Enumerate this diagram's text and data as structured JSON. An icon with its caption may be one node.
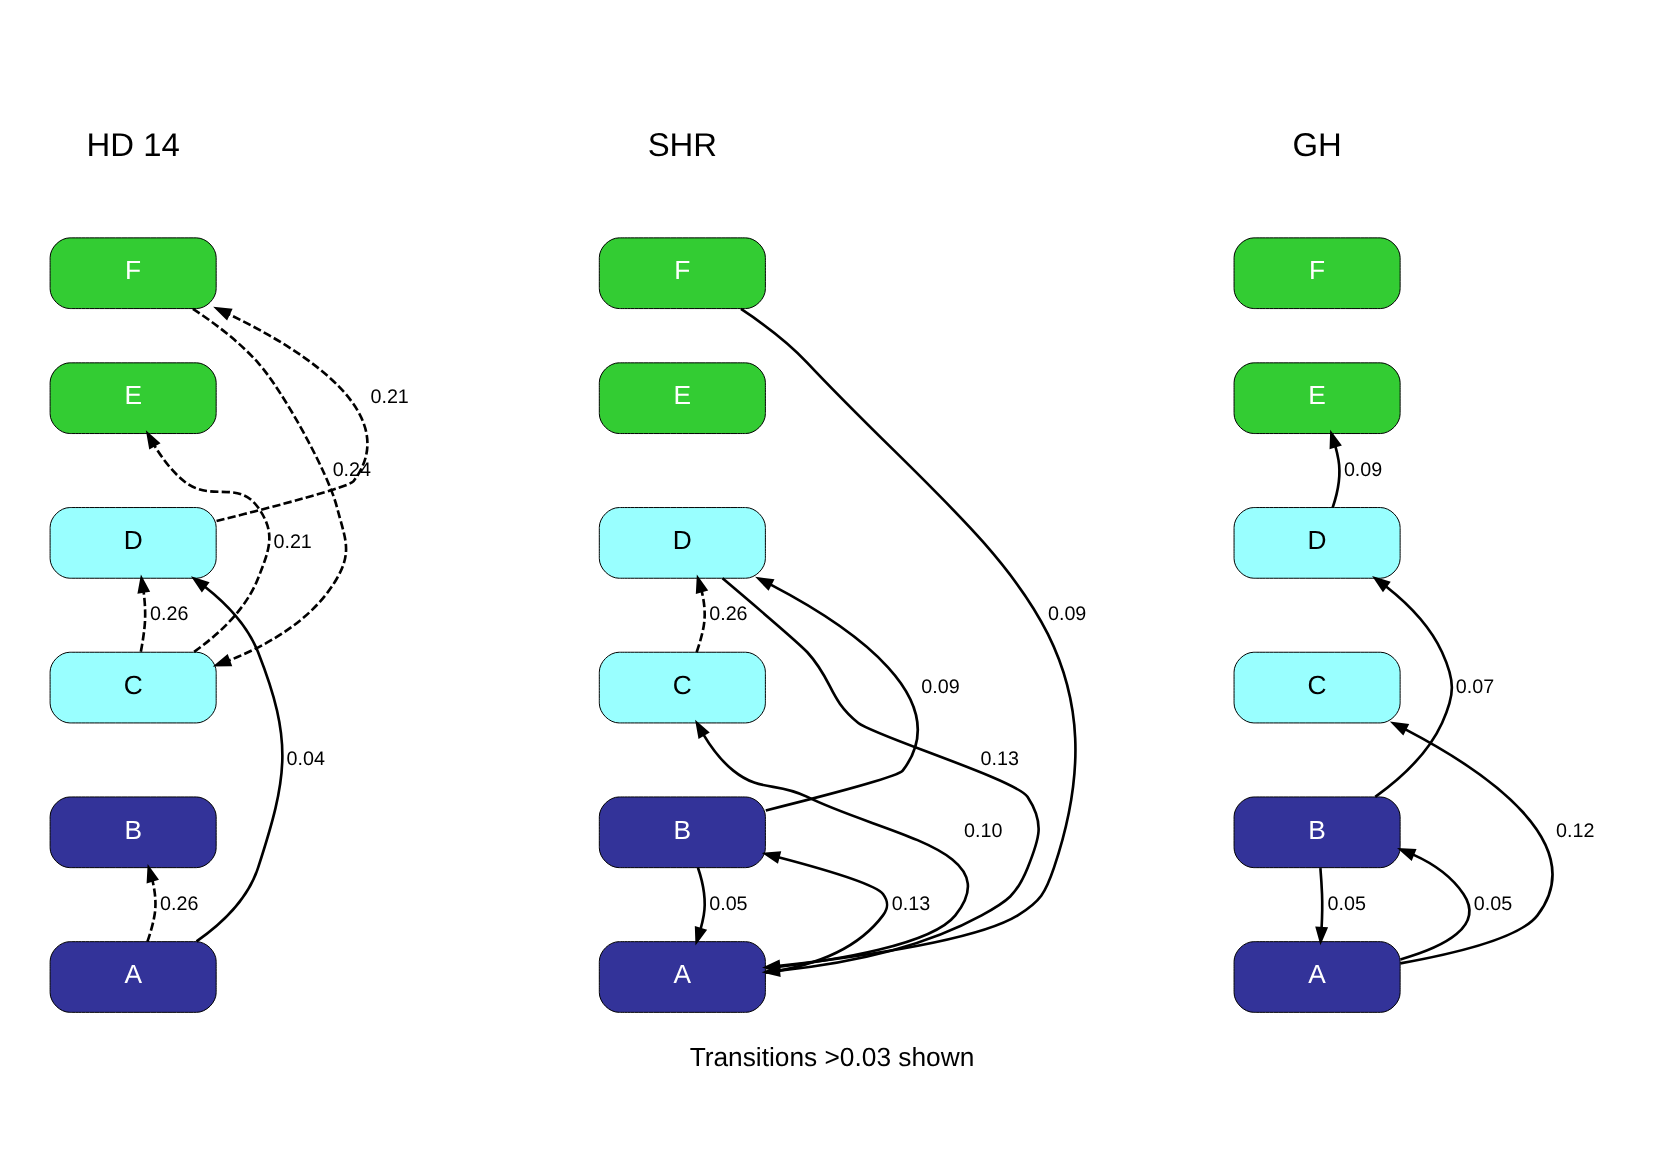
{
  "diagram": {
    "caption": "Transitions >0.03 shown",
    "nodes": [
      {
        "text": [
          "F"
        ]
      },
      {
        "text": [
          "E"
        ]
      },
      {
        "text": [
          "D"
        ]
      },
      {
        "text": [
          "C"
        ]
      },
      {
        "text": [
          "B"
        ]
      },
      {
        "text": [
          "A"
        ]
      },
      {
        "text": [
          "F"
        ]
      },
      {
        "text": [
          "E"
        ]
      },
      {
        "text": [
          "D"
        ]
      },
      {
        "text": [
          "C"
        ]
      },
      {
        "text": [
          "B"
        ]
      },
      {
        "text": [
          "A"
        ]
      },
      {
        "text": [
          "F"
        ]
      },
      {
        "text": [
          "E"
        ]
      },
      {
        "text": [
          "D"
        ]
      },
      {
        "text": [
          "C"
        ]
      },
      {
        "text": [
          "B"
        ]
      },
      {
        "text": [
          "A"
        ]
      }
    ],
    "edges": [
      {
        "from": 2,
        "to": 0,
        "arrow": "to",
        "label": "0.21",
        "style": "dashed"
      },
      {
        "from": 3,
        "to": 1,
        "arrow": "to",
        "label": "0.21",
        "style": "dashed"
      },
      {
        "from": 0,
        "to": 3,
        "arrow": "to",
        "label": "0.24",
        "style": "dashed"
      },
      {
        "from": 3,
        "to": 2,
        "arrow": "to",
        "label": "0.26",
        "style": "dashed"
      },
      {
        "from": 5,
        "to": 2,
        "arrow": "to",
        "label": "0.04"
      },
      {
        "from": 5,
        "to": 4,
        "arrow": "to",
        "label": "0.26",
        "style": "dashed"
      },
      {
        "from": 6,
        "to": 11,
        "arrow": "to",
        "label": "0.09"
      },
      {
        "from": 8,
        "to": 11,
        "arrow": "to",
        "label": "0.13"
      },
      {
        "from": 10,
        "to": 8,
        "arrow": "to",
        "label": "0.09"
      },
      {
        "from": 9,
        "to": 8,
        "arrow": "to",
        "label": "0.26",
        "style": "dashed"
      },
      {
        "from": 11,
        "to": 9,
        "arrow": "to",
        "label": "0.10"
      },
      {
        "from": 11,
        "to": 10,
        "arrow": "to",
        "label": "0.13"
      },
      {
        "from": 10,
        "to": 11,
        "arrow": "to",
        "label": "0.05"
      },
      {
        "from": 14,
        "to": 13,
        "arrow": "to",
        "label": "0.09"
      },
      {
        "from": 16,
        "to": 14,
        "arrow": "to",
        "label": "0.07"
      },
      {
        "from": 17,
        "to": 15,
        "arrow": "to",
        "label": "0.12"
      },
      {
        "from": 17,
        "to": 16,
        "arrow": "to",
        "label": "0.05"
      },
      {
        "from": 16,
        "to": 17,
        "arrow": "to",
        "label": "0.05"
      }
    ],
    "labels": [
      "HD 14",
      "SHR",
      "GH"
    ]
  }
}
